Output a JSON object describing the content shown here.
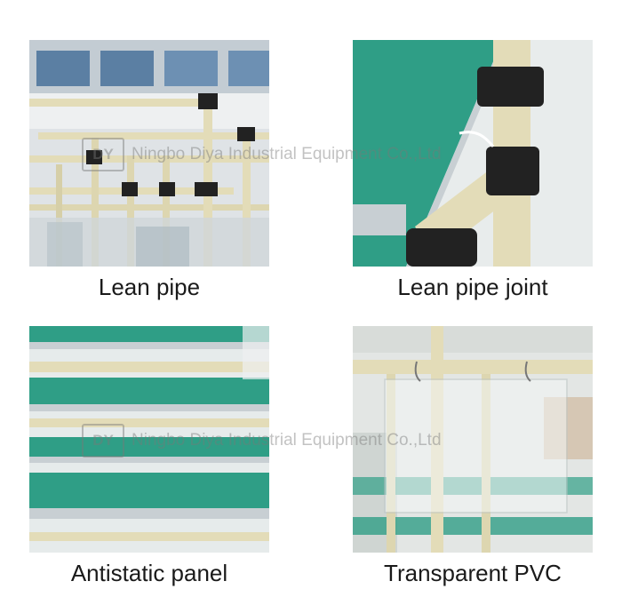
{
  "captions": {
    "tl": "Lean pipe",
    "tr": "Lean pipe joint",
    "bl": "Antistatic panel",
    "br": "Transparent PVC"
  },
  "watermark": {
    "text": "Ningbo Diya Industrial Equipment Co.,Ltd",
    "logo": "DY"
  },
  "colors": {
    "pipe": "#e3dcb8",
    "joint": "#222222",
    "panel": "#2f9e86",
    "frame": "#c8cfd3"
  }
}
